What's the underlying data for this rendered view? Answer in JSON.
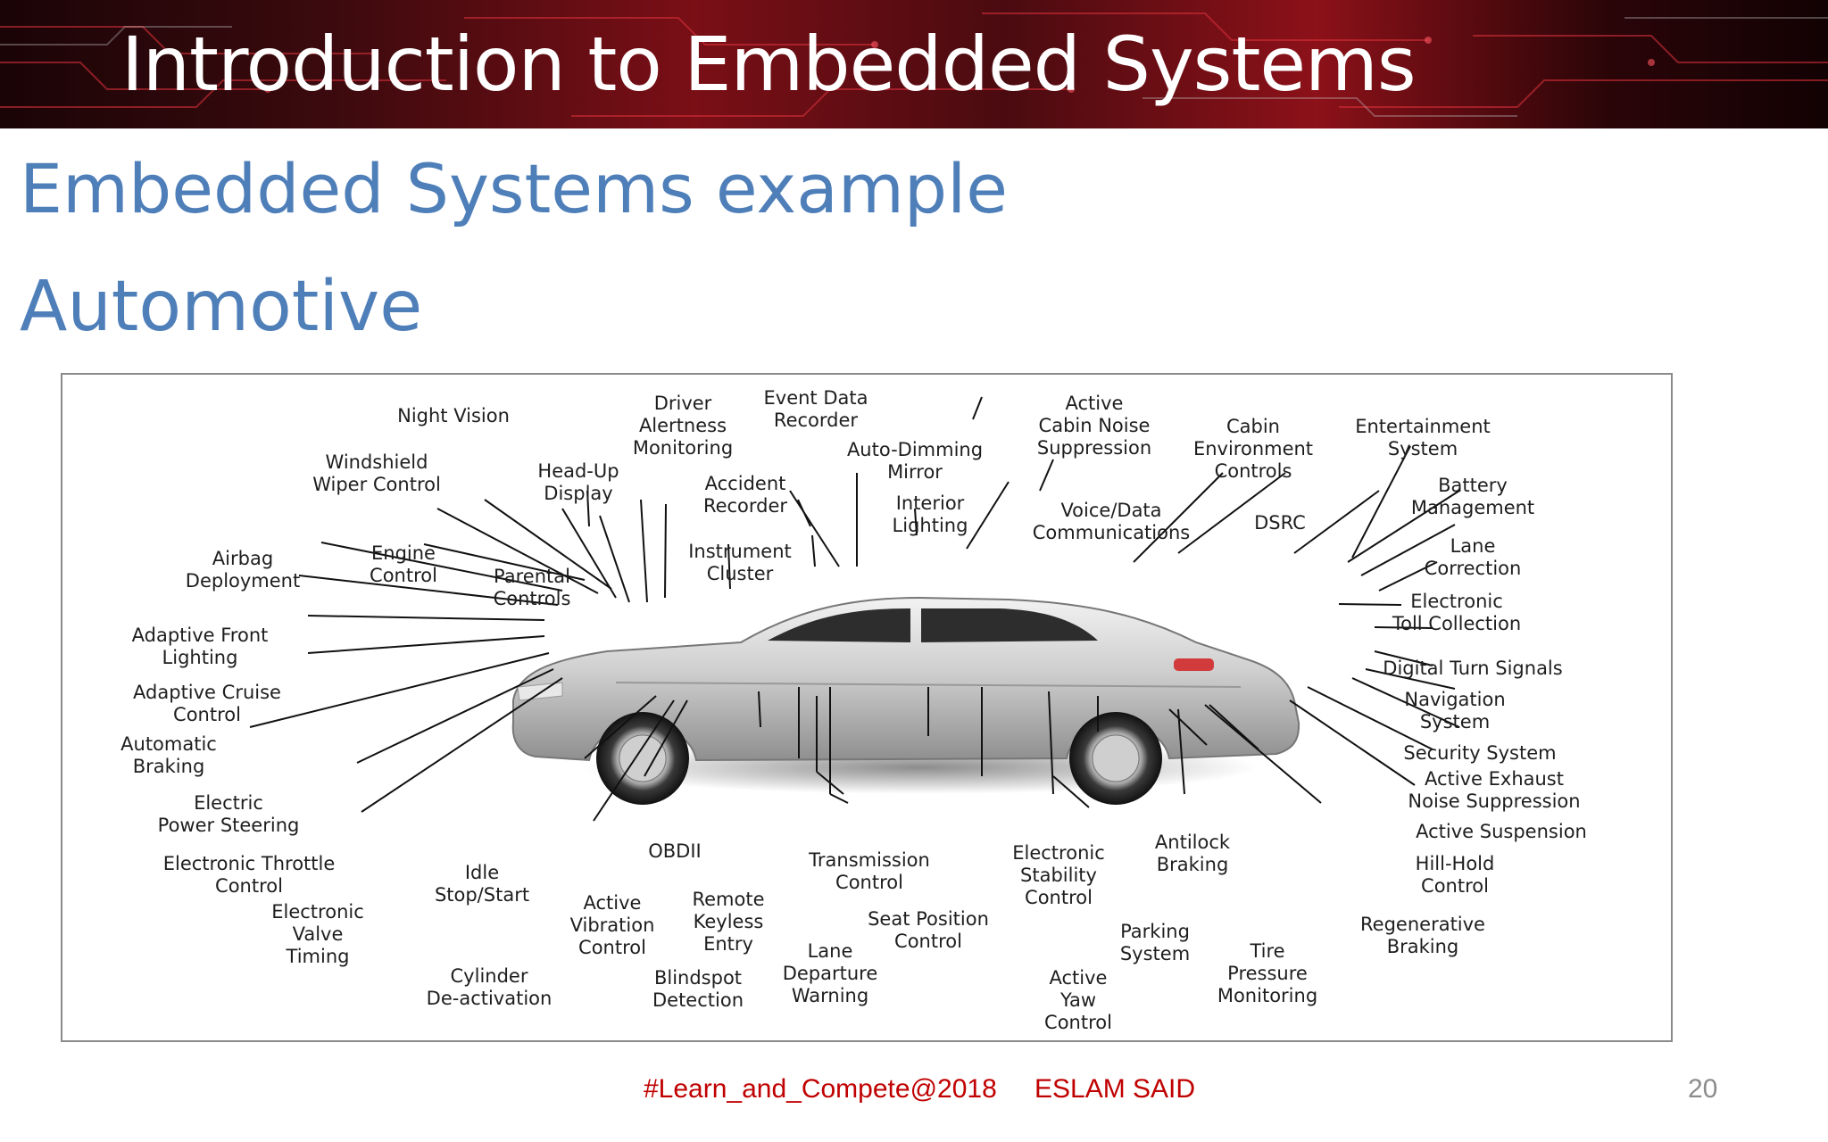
{
  "slide": {
    "title": "Introduction to Embedded Systems",
    "subtitle": "Embedded Systems example",
    "section": "Automotive"
  },
  "diagram": {
    "labels": {
      "night_vision": "Night Vision",
      "windshield_wiper": "Windshield\nWiper Control",
      "head_up_display": "Head-Up\nDisplay",
      "driver_alertness": "Driver\nAlertness\nMonitoring",
      "event_data_recorder": "Event Data\nRecorder",
      "accident_recorder": "Accident\nRecorder",
      "instrument_cluster": "Instrument\nCluster",
      "auto_dimming_mirror": "Auto-Dimming\nMirror",
      "interior_lighting": "Interior\nLighting",
      "active_cabin_noise": "Active\nCabin Noise\nSuppression",
      "voice_data": "Voice/Data\nCommunications",
      "cabin_environment": "Cabin\nEnvironment\nControls",
      "dsrc": "DSRC",
      "entertainment": "Entertainment\nSystem",
      "battery_management": "Battery\nManagement",
      "lane_correction": "Lane\nCorrection",
      "electronic_toll": "Electronic\nToll Collection",
      "digital_turn_signals": "Digital Turn Signals",
      "navigation": "Navigation\nSystem",
      "security_system": "Security System",
      "active_exhaust": "Active Exhaust\nNoise Suppression",
      "active_suspension": "Active Suspension",
      "hill_hold": "Hill-Hold\nControl",
      "regenerative_braking": "Regenerative\nBraking",
      "tire_pressure": "Tire\nPressure\nMonitoring",
      "parking_system": "Parking\nSystem",
      "antilock_braking": "Antilock\nBraking",
      "active_yaw": "Active\nYaw\nControl",
      "electronic_stability": "Electronic\nStability\nControl",
      "seat_position": "Seat Position\nControl",
      "transmission": "Transmission\nControl",
      "lane_departure": "Lane\nDeparture\nWarning",
      "obdii": "OBDII",
      "remote_keyless": "Remote\nKeyless\nEntry",
      "blindspot": "Blindspot\nDetection",
      "active_vibration": "Active\nVibration\nControl",
      "cylinder_deactivation": "Cylinder\nDe-activation",
      "idle_stop_start": "Idle\nStop/Start",
      "valve_timing": "Electronic\nValve\nTiming",
      "throttle": "Electronic Throttle\nControl",
      "power_steering": "Electric\nPower Steering",
      "automatic_braking": "Automatic\nBraking",
      "adaptive_cruise": "Adaptive Cruise\nControl",
      "adaptive_front_lighting": "Adaptive Front\nLighting",
      "airbag": "Airbag\nDeployment",
      "engine_control": "Engine\nControl",
      "parental_controls": "Parental\nControls"
    }
  },
  "footer": {
    "hashtag": "#Learn_and_Compete@2018",
    "author": "ESLAM SAID",
    "page_number": "20"
  },
  "colors": {
    "subtitle": "#4f7fb9",
    "footer_text": "#c00000",
    "page_number": "#8c8c8c",
    "banner": "#7a0f16"
  }
}
